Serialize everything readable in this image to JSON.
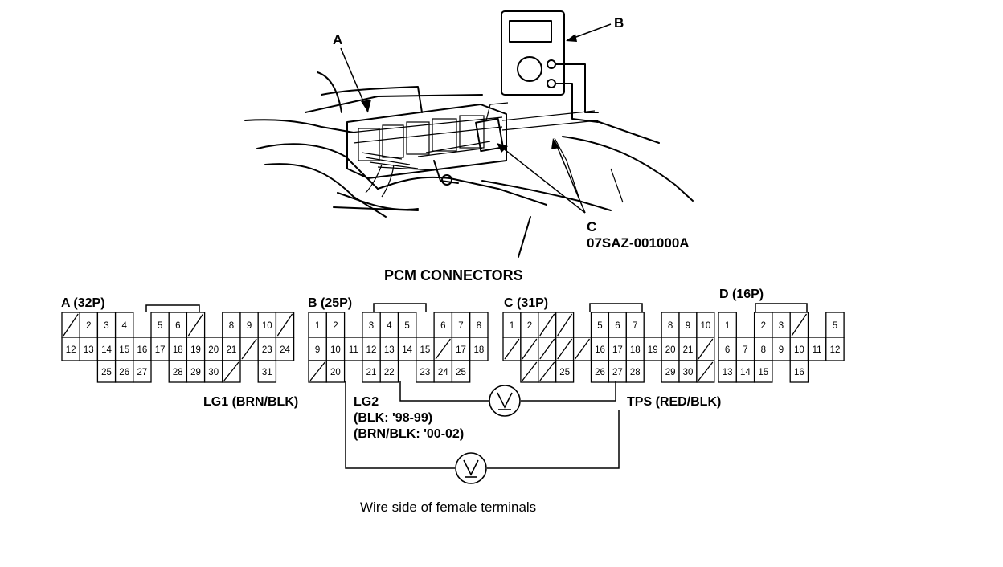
{
  "illustration": {
    "label_a": "A",
    "label_b": "B",
    "label_c": "C",
    "tool_part_number": "07SAZ-001000A"
  },
  "section_title": "PCM CONNECTORS",
  "connectors": [
    {
      "id": "A",
      "label": "A (32P)",
      "rows": [
        [
          "/",
          "2",
          "3",
          "4",
          "",
          "5",
          "6",
          "/",
          "",
          "8",
          "9",
          "10",
          "/"
        ],
        [
          "12",
          "13",
          "14",
          "15",
          "16",
          "17",
          "18",
          "19",
          "20",
          "21",
          "/",
          "23",
          "24"
        ],
        [
          "",
          "",
          "25",
          "26",
          "27",
          "",
          "28",
          "29",
          "30",
          "/",
          "",
          "31",
          ""
        ]
      ]
    },
    {
      "id": "B",
      "label": "B (25P)",
      "rows": [
        [
          "1",
          "2",
          "",
          "3",
          "4",
          "5",
          "",
          "6",
          "7",
          "8"
        ],
        [
          "9",
          "10",
          "11",
          "12",
          "13",
          "14",
          "15",
          "/",
          "17",
          "18"
        ],
        [
          "/",
          "20",
          "",
          "21",
          "22",
          "",
          "23",
          "24",
          "25",
          ""
        ]
      ]
    },
    {
      "id": "C",
      "label": "C (31P)",
      "rows": [
        [
          "1",
          "2",
          "/",
          "/",
          "",
          "5",
          "6",
          "7",
          "",
          "8",
          "9",
          "10"
        ],
        [
          "/",
          "/",
          "/",
          "/",
          "/",
          "16",
          "17",
          "18",
          "19",
          "20",
          "21",
          "/"
        ],
        [
          "",
          "/",
          "/",
          "25",
          "",
          "26",
          "27",
          "28",
          "",
          "29",
          "30",
          "/"
        ]
      ]
    },
    {
      "id": "D",
      "label": "D (16P)",
      "rows": [
        [
          "1",
          "",
          "2",
          "3",
          "/",
          "",
          "5"
        ],
        [
          "6",
          "7",
          "8",
          "9",
          "10",
          "11",
          "12"
        ],
        [
          "13",
          "14",
          "15",
          "",
          "16",
          "",
          ""
        ]
      ]
    }
  ],
  "wires": {
    "lg1": "LG1 (BRN/BLK)",
    "lg2": "LG2",
    "lg2_note_1": "(BLK: '98-99)",
    "lg2_note_2": "(BRN/BLK: '00-02)",
    "tps": "TPS (RED/BLK)"
  },
  "footer_caption": "Wire side of female terminals"
}
